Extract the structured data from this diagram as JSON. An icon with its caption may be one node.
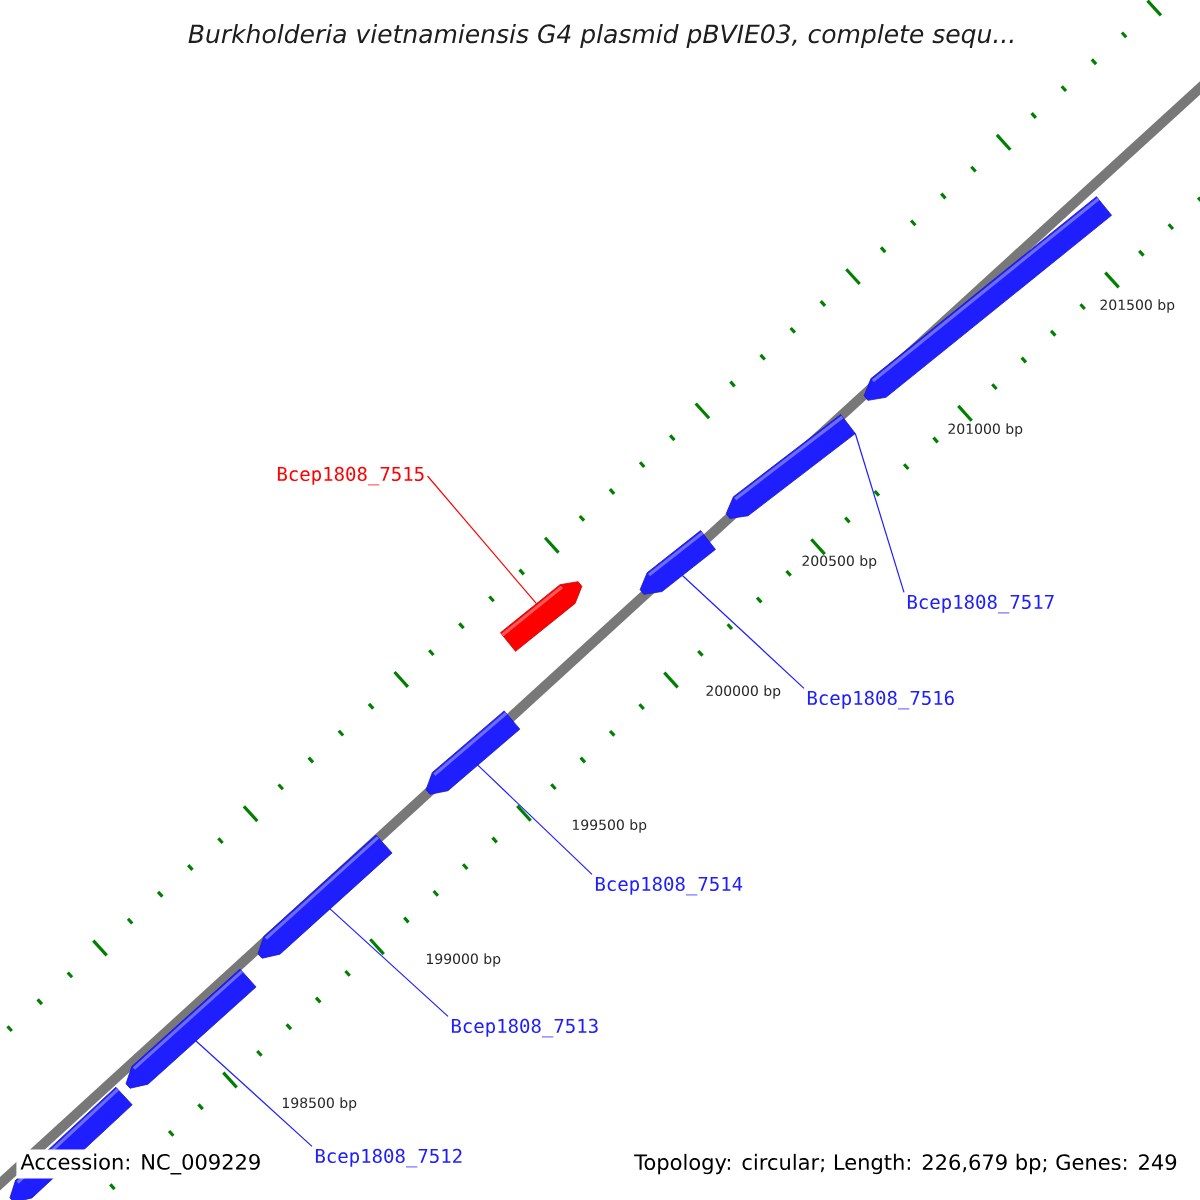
{
  "diagram": {
    "title": "Burkholderia vietnamiensis G4 plasmid pBVIE03, complete sequ...",
    "nodes": [
      {
        "text": [],
        "shape": "arrow"
      },
      {
        "text": [],
        "shape": "arrow"
      },
      {
        "text": [],
        "shape": "arrow"
      },
      {
        "text": [],
        "shape": "arrow"
      },
      {
        "text": [],
        "shape": "arrow"
      },
      {
        "text": [],
        "shape": "arrow"
      },
      {
        "text": [],
        "shape": "arrow"
      },
      {
        "text": [],
        "shape": "arrow"
      },
      {
        "text": [
          "Bcep1808_7515"
        ]
      },
      {
        "text": [
          "Bcep1808_7517"
        ]
      },
      {
        "text": [
          "Bcep1808_7516"
        ]
      },
      {
        "text": [
          "Bcep1808_7514"
        ]
      },
      {
        "text": [
          "Bcep1808_7513"
        ]
      },
      {
        "text": [
          "Bcep1808_7512"
        ]
      }
    ],
    "edges": [
      {
        "from": 8,
        "to": 3,
        "arrow": "none",
        "color": "#ff0000"
      },
      {
        "from": 9,
        "to": 1,
        "arrow": "none"
      },
      {
        "from": 10,
        "to": 2,
        "arrow": "none"
      },
      {
        "from": 11,
        "to": 4,
        "arrow": "none"
      },
      {
        "from": 12,
        "to": 5,
        "arrow": "none"
      },
      {
        "from": 13,
        "to": 6,
        "arrow": "none"
      }
    ],
    "labels": [
      "201500 bp",
      "201000 bp",
      "200500 bp",
      "200000 bp",
      "199500 bp",
      "199000 bp",
      "198500 bp",
      "Accession: NC_009229",
      "Topology: circular; Length: 226,679 bp; Genes: 249"
    ]
  }
}
